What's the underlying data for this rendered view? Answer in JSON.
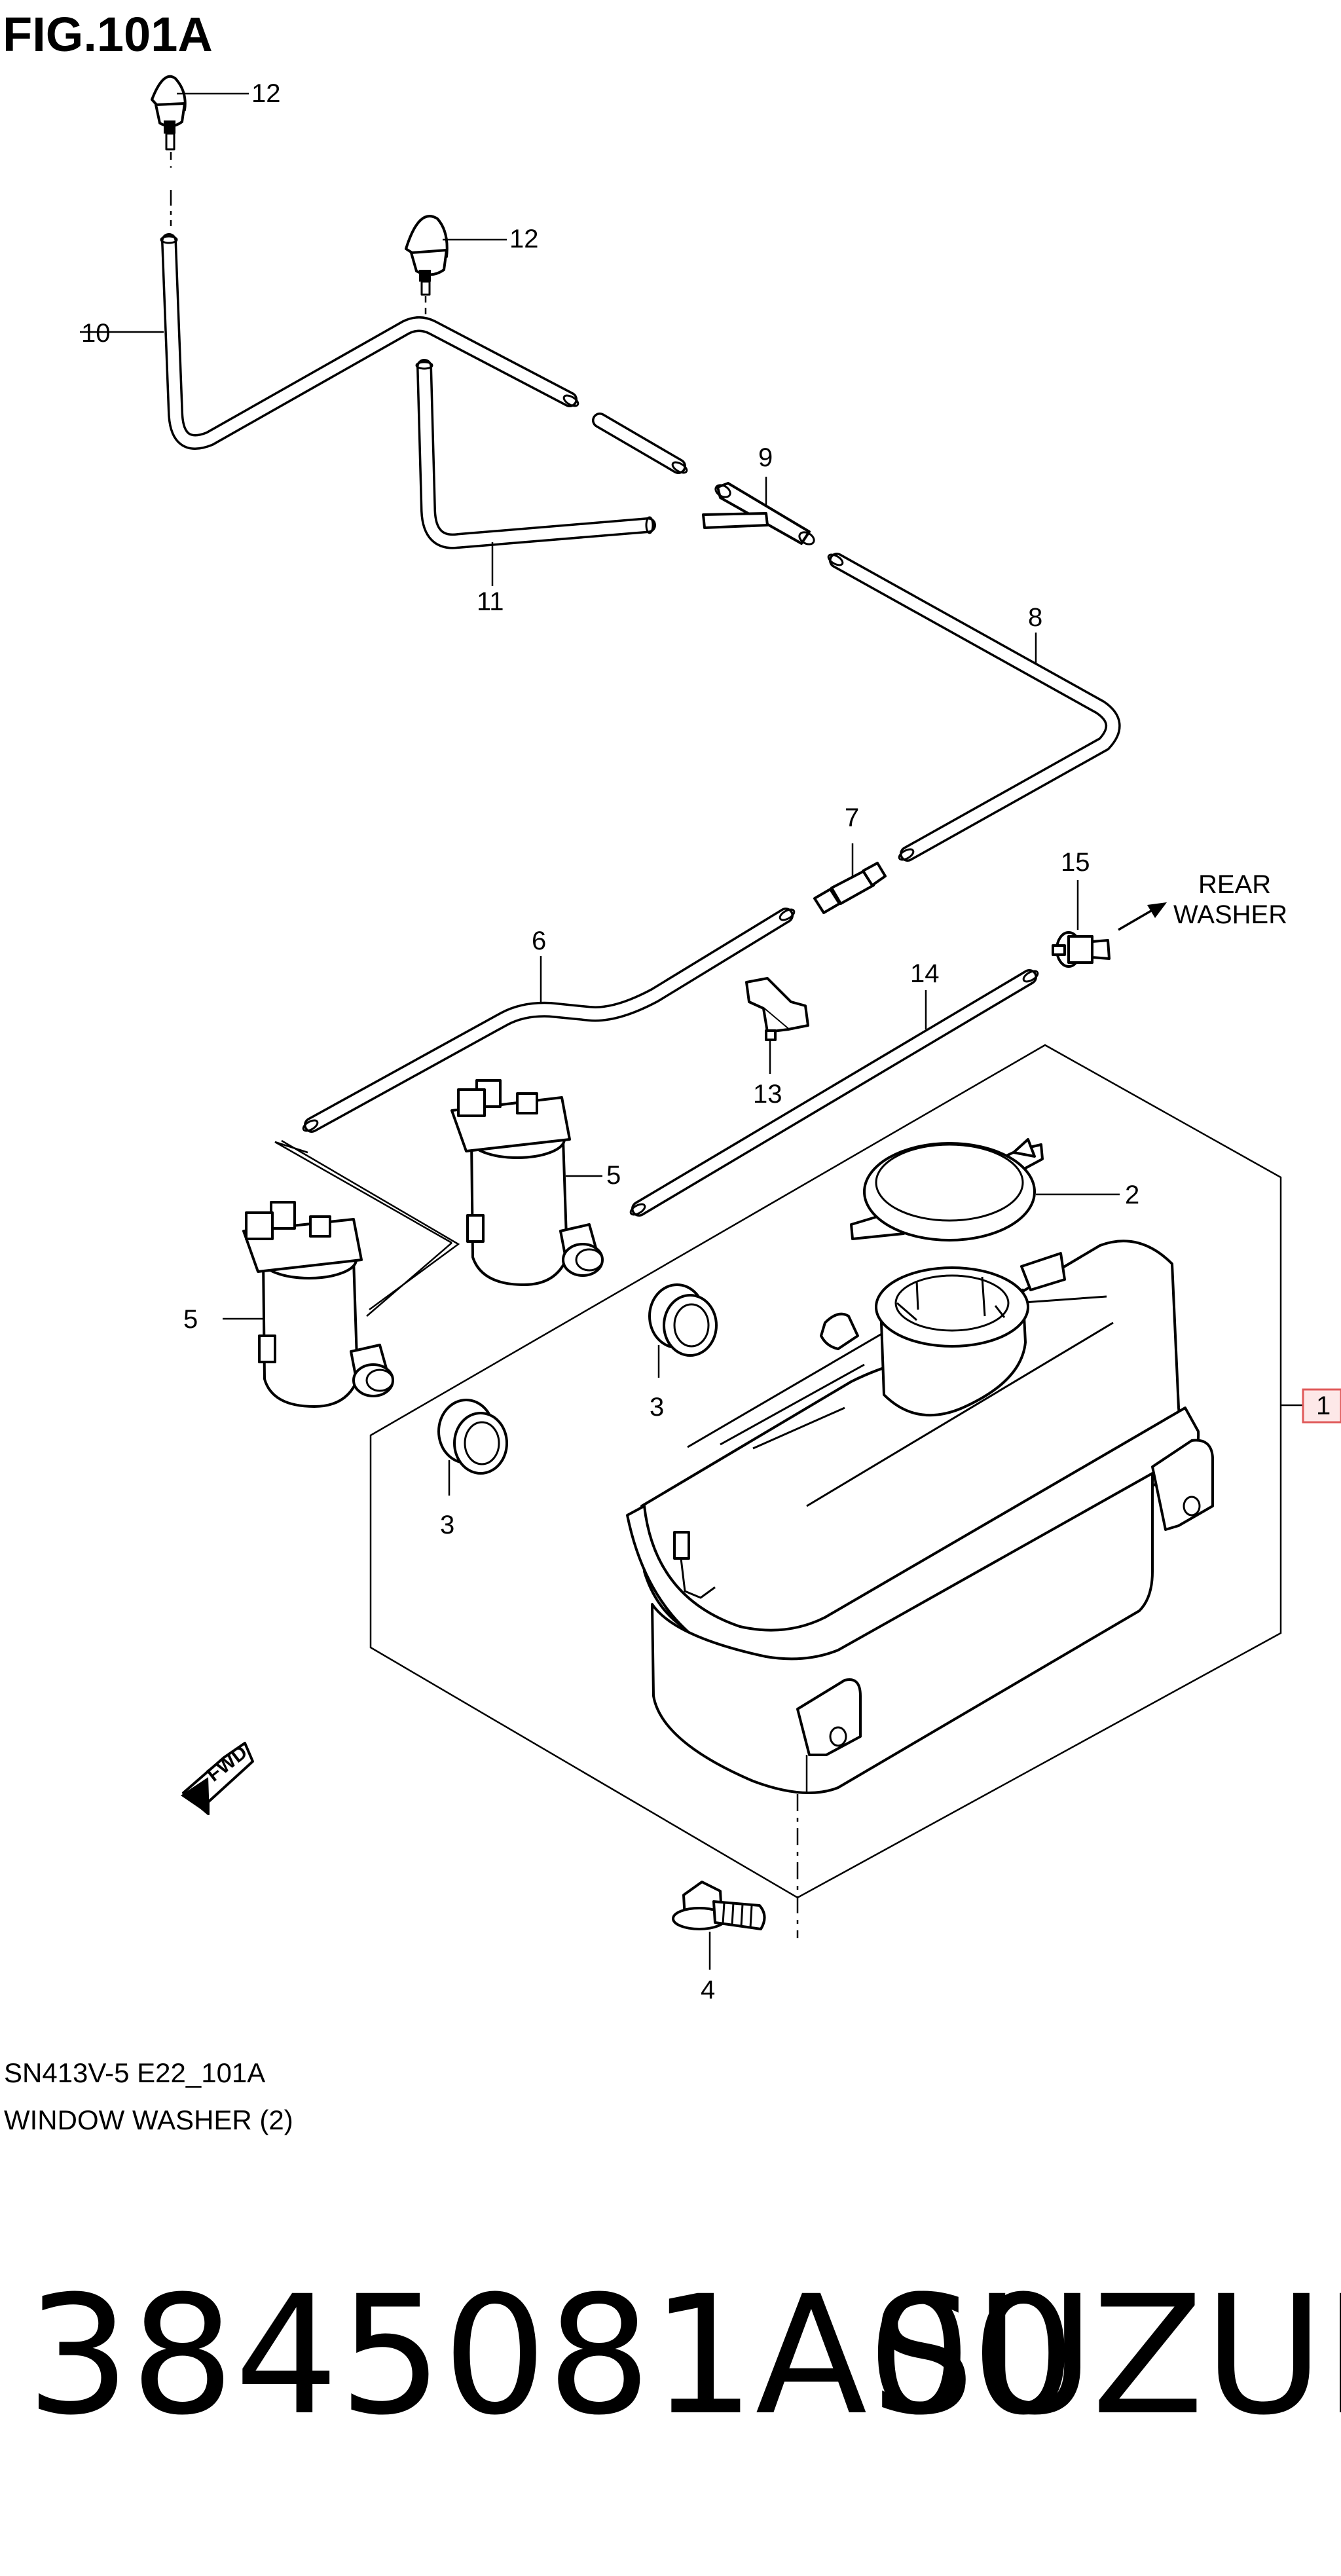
{
  "figure_title": "FIG.101A",
  "callouts": {
    "c1": "1",
    "c2": "2",
    "c3a": "3",
    "c3b": "3",
    "c4": "4",
    "c5a": "5",
    "c5b": "5",
    "c6": "6",
    "c7": "7",
    "c8": "8",
    "c9": "9",
    "c10": "10",
    "c11": "11",
    "c12a": "12",
    "c12b": "12",
    "c13": "13",
    "c14": "14",
    "c15": "15"
  },
  "rear_washer_label": [
    "REAR",
    "WASHER"
  ],
  "fwd_label": "FWD",
  "diagram_code": "SN413V-5 E22_101A",
  "diagram_name": "WINDOW WASHER (2)",
  "part_number": "3845081A00",
  "brand": "SUZUKI",
  "colors": {
    "line": "#000000",
    "background": "#ffffff",
    "callout_box_border": "#e05a5a",
    "callout_box_fill": "#fde8e8"
  }
}
